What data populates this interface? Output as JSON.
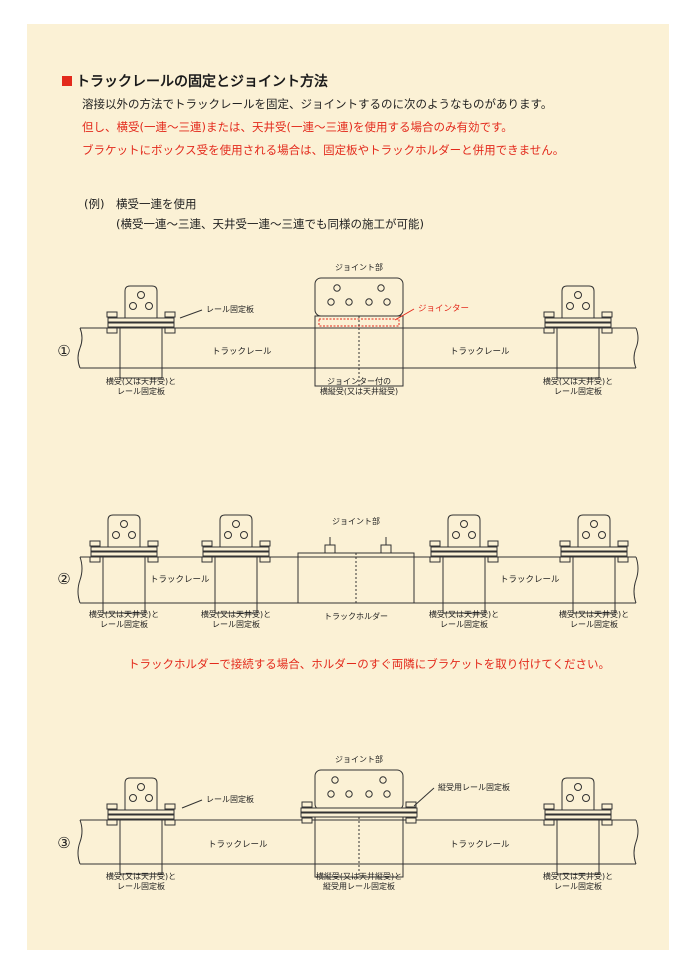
{
  "colors": {
    "panel": "#fbf1d5",
    "title_mark": "#e32a1c",
    "red_text": "#e32a1c",
    "line": "#333333"
  },
  "heading": {
    "marker_icon": "red-square",
    "title": "トラックレールの固定とジョイント方法"
  },
  "intro": {
    "line1": "溶接以外の方法でトラックレールを固定、ジョイントするのに次のようなものがあります。",
    "line2": "但し、横受(一連～三連)または、天井受(一連～三連)を使用する場合のみ有効です。",
    "line3": "ブラケットにボックス受を使用される場合は、固定板やトラックホルダーと併用できません。"
  },
  "example": {
    "line1": "(例)　横受一連を使用",
    "line2": "(横受一連～三連、天井受一連～三連でも同様の施工が可能)"
  },
  "diagram1": {
    "number": "①",
    "joint_label": "ジョイント部",
    "plate_label": "レール固定板",
    "jointer_label": "ジョインター",
    "rail_left": "トラックレール",
    "rail_right": "トラックレール",
    "left_caption": [
      "横受(又は天井受)と",
      "レール固定板"
    ],
    "center_caption": [
      "ジョインター付の",
      "横縦受(又は天井縦受)"
    ],
    "right_caption": [
      "横受(又は天井受)と",
      "レール固定板"
    ]
  },
  "diagram2": {
    "number": "②",
    "joint_label": "ジョイント部",
    "rail_left": "トラックレール",
    "rail_right": "トラックレール",
    "holder_label": "トラックホルダー",
    "captions": [
      "横受(又は天井受)と",
      "レール固定板"
    ]
  },
  "note2": "トラックホルダーで接続する場合、ホルダーのすぐ両隣にブラケットを取り付けてください。",
  "diagram3": {
    "number": "③",
    "joint_label": "ジョイント部",
    "plate_label": "レール固定板",
    "vplate_label": "縦受用レール固定板",
    "rail_left": "トラックレール",
    "rail_right": "トラックレール",
    "left_caption": [
      "横受(又は天井受)と",
      "レール固定板"
    ],
    "center_caption": [
      "横縦受(又は天井縦受)と",
      "縦受用レール固定板"
    ],
    "right_caption": [
      "横受(又は天井受)と",
      "レール固定板"
    ]
  }
}
